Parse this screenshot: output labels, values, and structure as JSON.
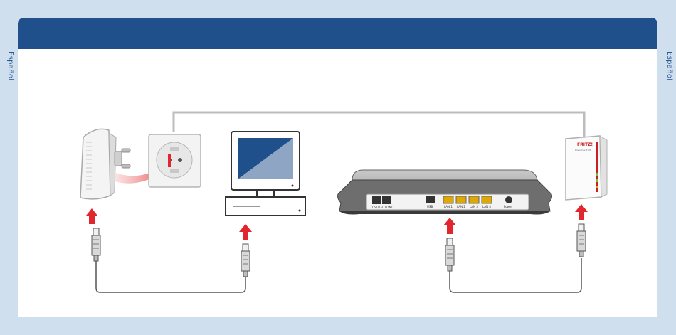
{
  "side_label_left": "Español",
  "side_label_right": "Español",
  "router_ports": {
    "dsl": "DSL/TEL",
    "fon": "FON1",
    "usb": "USB",
    "lan1": "LAN 1",
    "lan2": "LAN 2",
    "lan3": "LAN 3",
    "lan4": "LAN 4",
    "power": "Power"
  },
  "powerline_brand": "FRITZ!",
  "powerline_model": "Powerline 510E",
  "colors": {
    "header": "#1f508c",
    "arrow": "#e2262d",
    "frame": "#cfdfee",
    "cable": "#b9b9b9"
  }
}
